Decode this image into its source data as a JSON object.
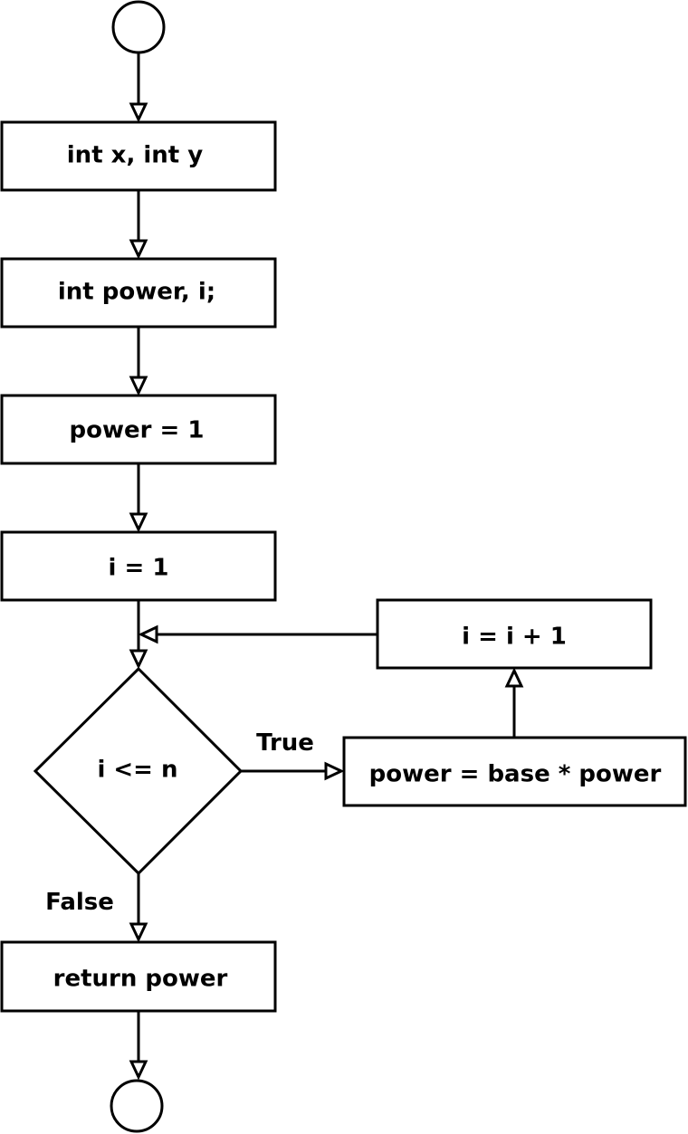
{
  "diagram": {
    "type": "flowchart",
    "colors": {
      "stroke": "#000000",
      "fill": "#ffffff",
      "text": "#000000"
    },
    "nodes": {
      "start": {
        "shape": "terminator-circle",
        "label": ""
      },
      "declare_params": {
        "shape": "process",
        "label": "int x, int y"
      },
      "declare_vars": {
        "shape": "process",
        "label": "int power, i;"
      },
      "init_power": {
        "shape": "process",
        "label": "power = 1"
      },
      "init_i": {
        "shape": "process",
        "label": "i = 1"
      },
      "condition": {
        "shape": "decision",
        "label": "i <= n"
      },
      "multiply": {
        "shape": "process",
        "label": "power = base * power"
      },
      "increment": {
        "shape": "process",
        "label": "i = i + 1"
      },
      "return_power": {
        "shape": "process",
        "label": "return power"
      },
      "end": {
        "shape": "terminator-circle",
        "label": ""
      }
    },
    "edges": [
      {
        "from": "start",
        "to": "declare_params",
        "label": ""
      },
      {
        "from": "declare_params",
        "to": "declare_vars",
        "label": ""
      },
      {
        "from": "declare_vars",
        "to": "init_power",
        "label": ""
      },
      {
        "from": "init_power",
        "to": "init_i",
        "label": ""
      },
      {
        "from": "init_i",
        "to": "condition",
        "label": ""
      },
      {
        "from": "condition",
        "to": "multiply",
        "label": "True"
      },
      {
        "from": "multiply",
        "to": "increment",
        "label": ""
      },
      {
        "from": "increment",
        "to": "condition",
        "label": ""
      },
      {
        "from": "condition",
        "to": "return_power",
        "label": "False"
      },
      {
        "from": "return_power",
        "to": "end",
        "label": ""
      }
    ]
  }
}
